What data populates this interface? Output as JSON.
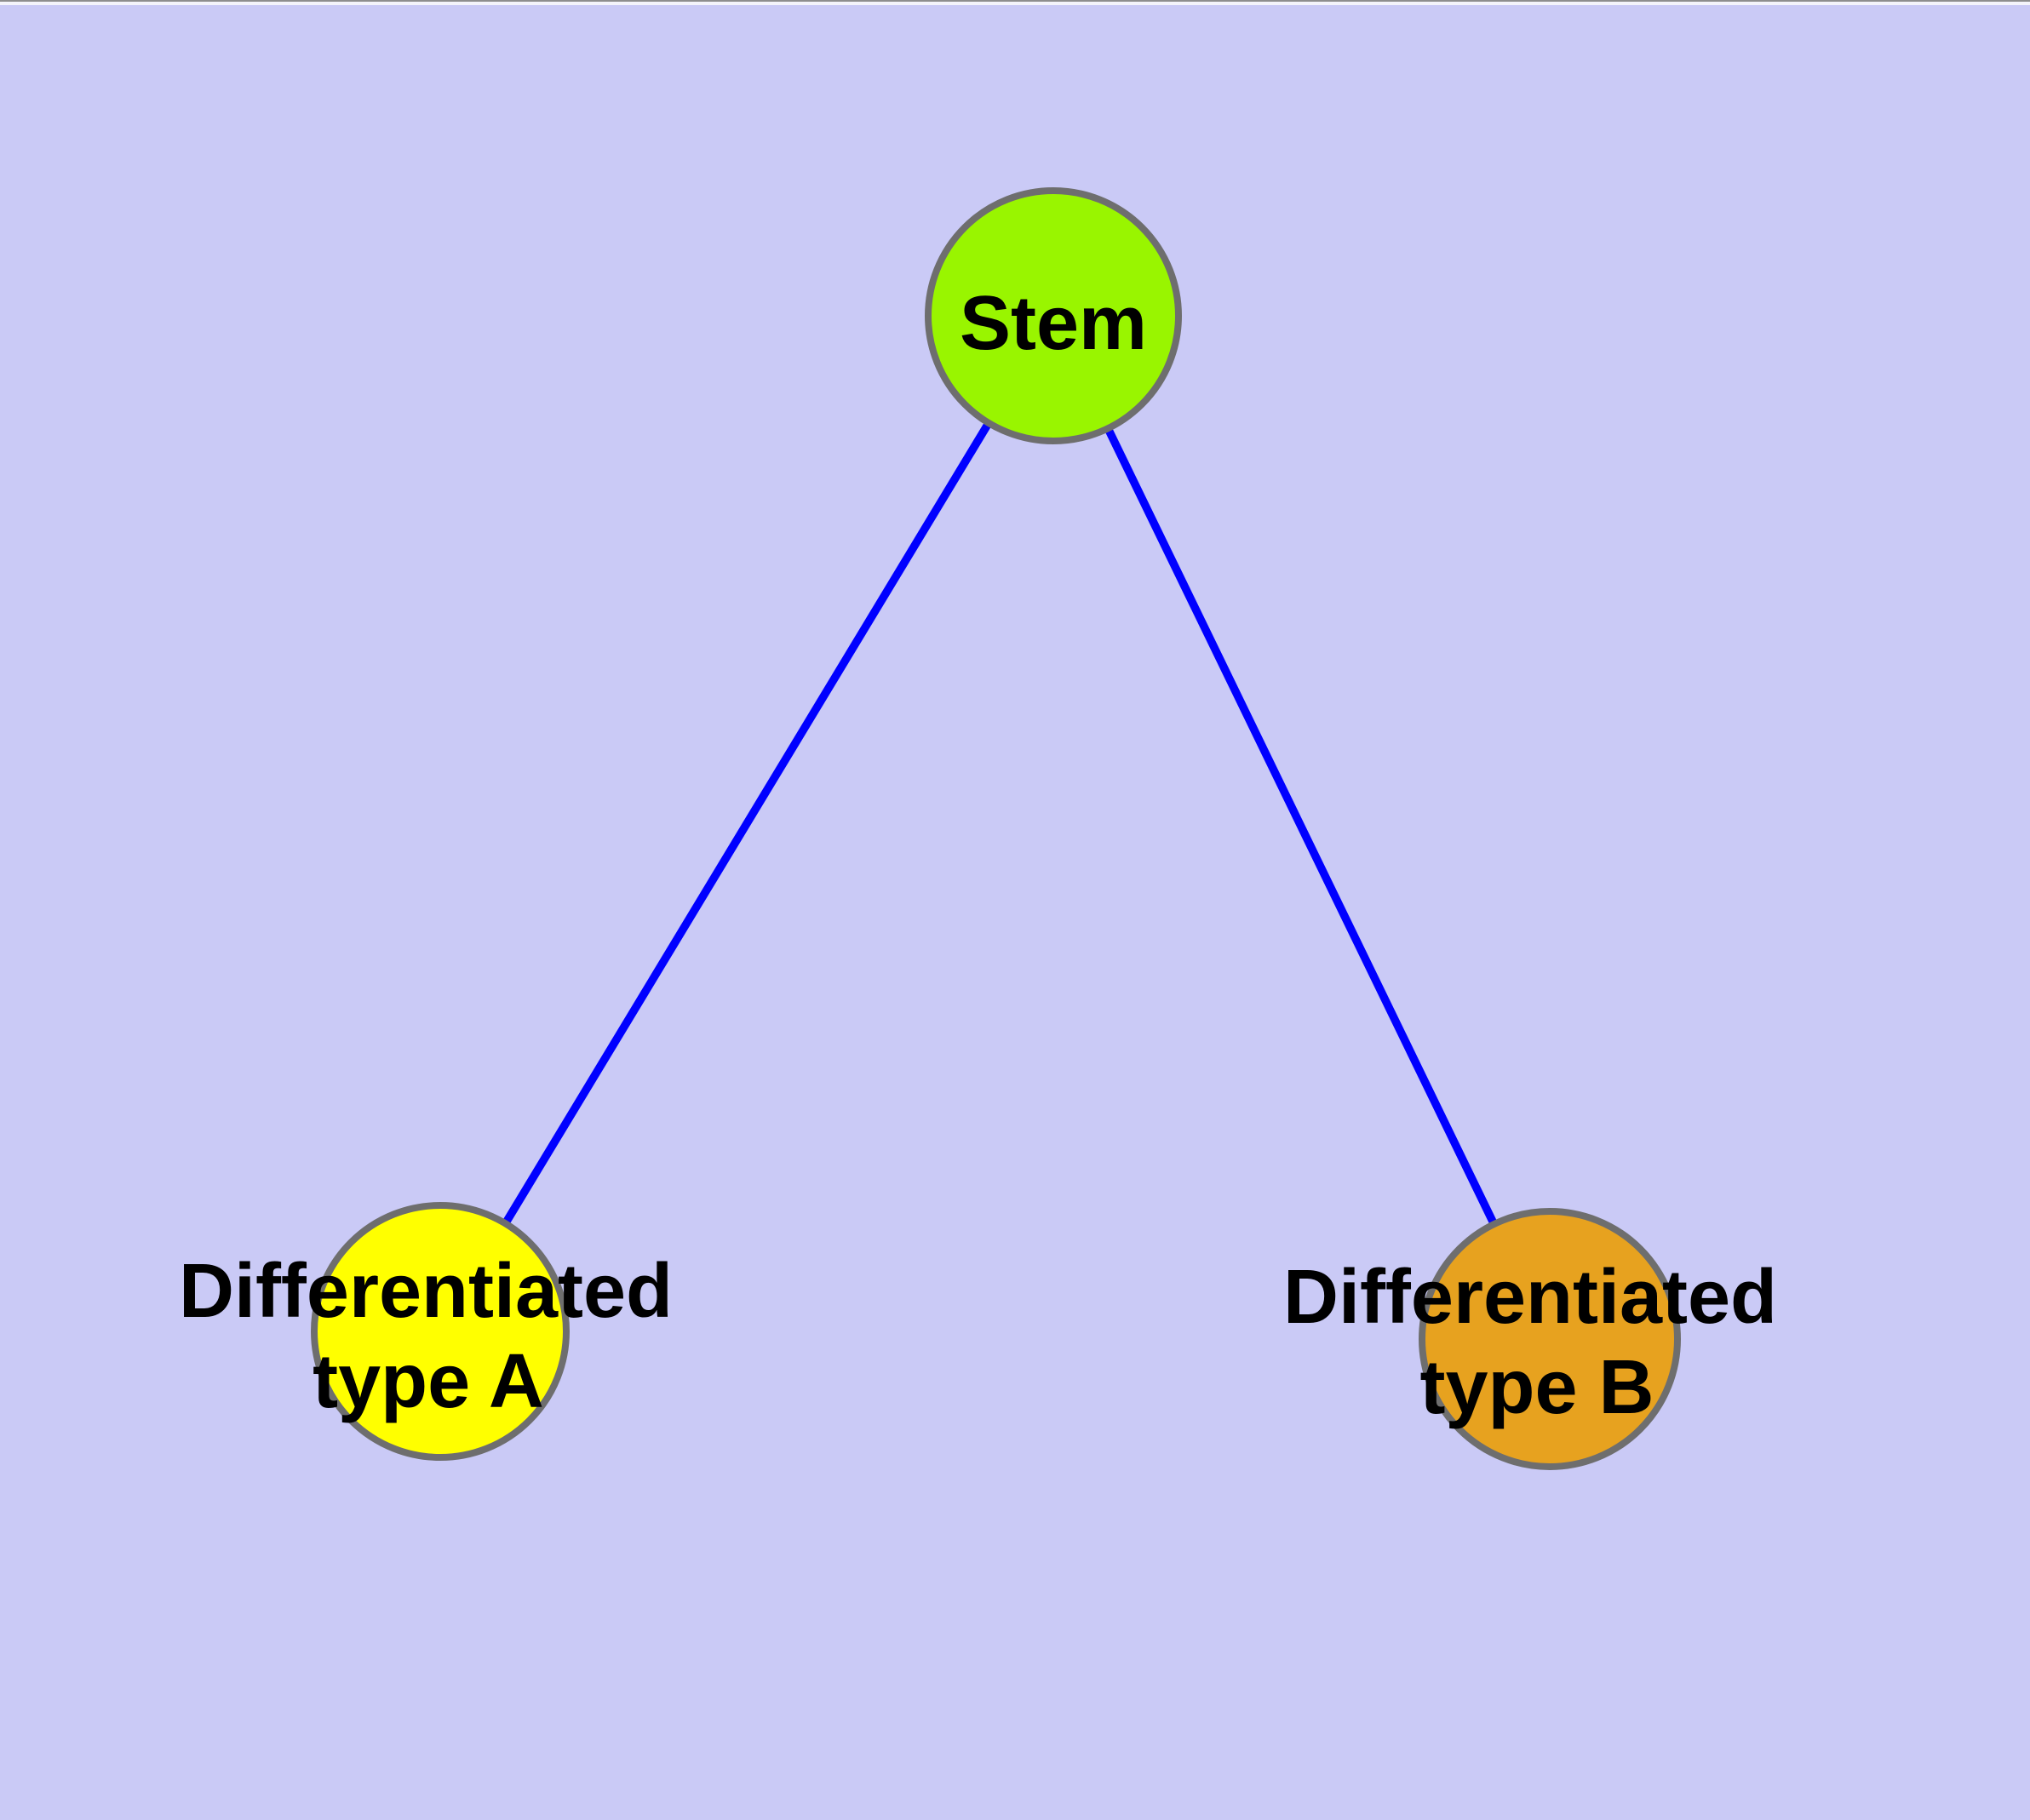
{
  "page": {
    "background": "#CACAF6",
    "top_edge": {
      "line_color": "#8E8E8E",
      "strip_color": "#F4F4FB"
    }
  },
  "graph": {
    "title": "",
    "node_border_color": "#6E6E6E",
    "label_color": "#000000",
    "nodes": [
      {
        "id": "stem",
        "label_lines": [
          "Stem"
        ],
        "fill": "#99F500"
      },
      {
        "id": "differentiated-a",
        "label_lines": [
          "Differentiated",
          "type A"
        ],
        "fill": "#FFFF00"
      },
      {
        "id": "differentiated-b",
        "label_lines": [
          "Differentiated",
          "type B"
        ],
        "fill": "#E7A21F"
      }
    ],
    "edges": [
      {
        "from": "stem",
        "to": "differentiated-a",
        "color": "#0000FF"
      },
      {
        "from": "stem",
        "to": "differentiated-b",
        "color": "#0000FF"
      }
    ]
  }
}
